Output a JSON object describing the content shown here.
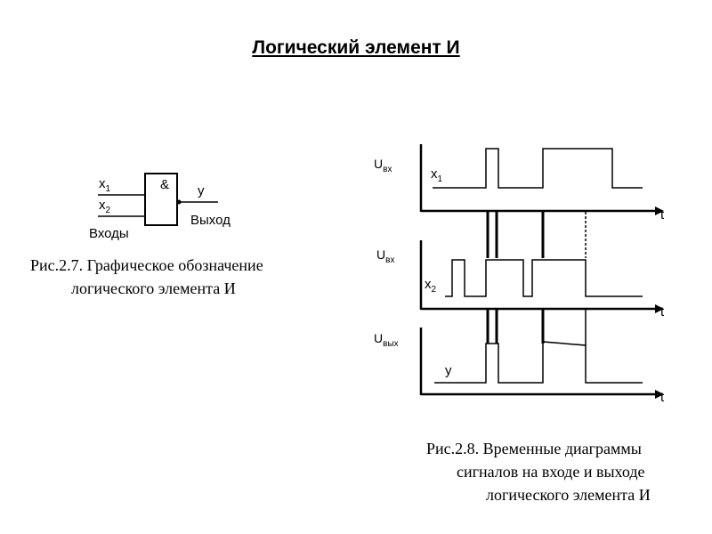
{
  "title": "Логический элемент И",
  "gate": {
    "symbol": "&",
    "input1_label": "x",
    "input1_sub": "1",
    "input2_label": "x",
    "input2_sub": "2",
    "output_label": "y",
    "inputs_label": "Входы",
    "output_caption": "Выход",
    "figure_caption_line1": "Рис.2.7. Графическое обозначение",
    "figure_caption_line2": "логического элемента И"
  },
  "timing": {
    "panel1": {
      "u_label": "U",
      "u_sub": "вх",
      "signal_label": "x",
      "signal_sub": "1",
      "axis_label": "t"
    },
    "panel2": {
      "u_label": "U",
      "u_sub": "вх",
      "signal_label": "x",
      "signal_sub": "2",
      "axis_label": "t"
    },
    "panel3": {
      "u_label": "U",
      "u_sub": "вых",
      "signal_label": "y",
      "axis_label": "t"
    },
    "figure_caption_line1": "Рис.2.8. Временные диаграммы",
    "figure_caption_line2": "сигналов на входе и выходе",
    "figure_caption_line3": "логического элемента И"
  }
}
